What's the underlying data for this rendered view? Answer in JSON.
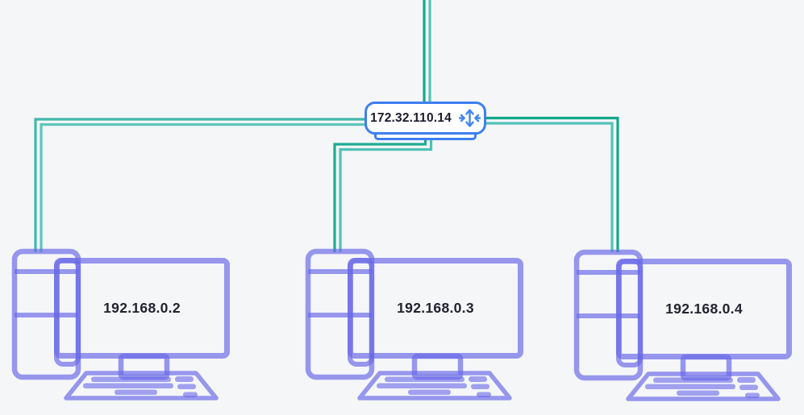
{
  "diagram": {
    "title_hint": "network-topology",
    "router": {
      "ip": "172.32.110.14",
      "icon": "switch-traffic-arrows-icon"
    },
    "computers": [
      {
        "ip": "192.168.0.2"
      },
      {
        "ip": "192.168.0.3"
      },
      {
        "ip": "192.168.0.4"
      }
    ],
    "colors": {
      "background": "#f4f6f8",
      "router_border": "#3d7ff0",
      "router_icon": "#4285f2",
      "link_green": "#17a88c",
      "link_teal": "#53c3b7",
      "link_teal_dark": "#43b7ab",
      "link_teal_light": "#5cc6bb",
      "computer_purple": "#6868e8",
      "label_dark": "#23232f"
    }
  }
}
